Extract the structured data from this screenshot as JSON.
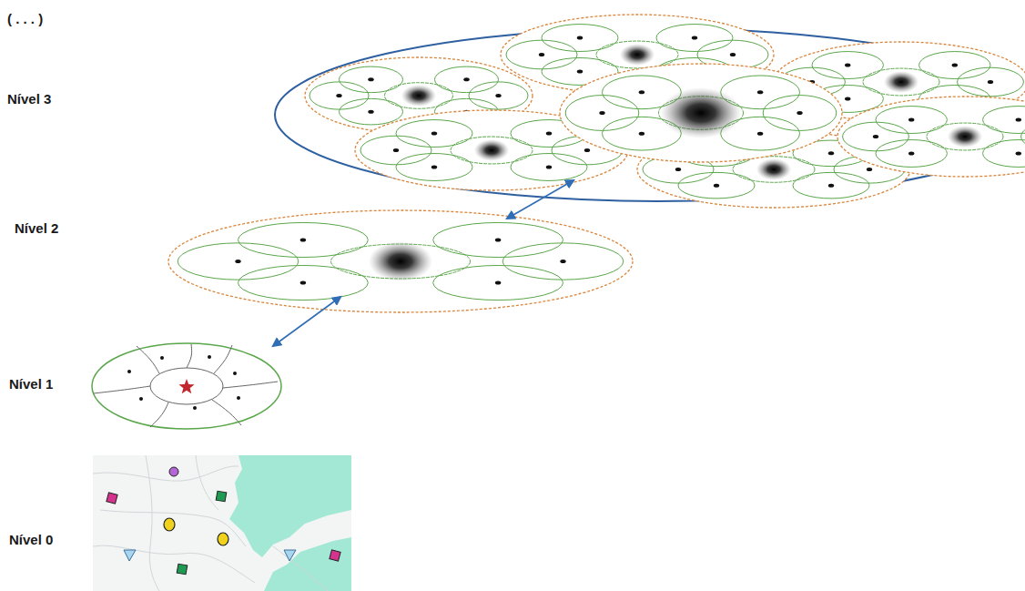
{
  "diagram": {
    "labels": [
      "( . . . )",
      "Nível 3",
      "Nível 2",
      "Nível 1",
      "Nível 0"
    ]
  }
}
